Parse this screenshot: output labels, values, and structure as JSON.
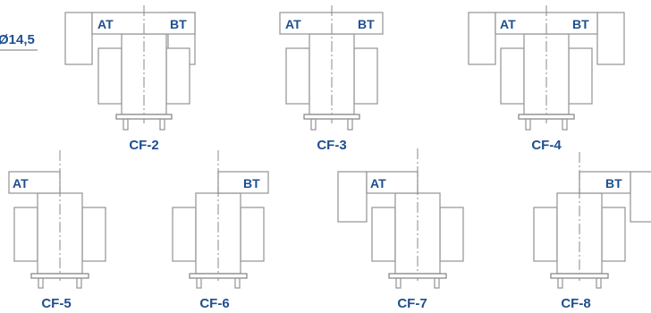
{
  "colors": {
    "label": "#1e4f8f",
    "outline": "#9a9a9a",
    "background": "#ffffff"
  },
  "dimension": {
    "label": "Ø14,5"
  },
  "terminals": {
    "at": "AT",
    "bt": "BT"
  },
  "variants": [
    {
      "label": "CF-2"
    },
    {
      "label": "CF-3"
    },
    {
      "label": "CF-4"
    },
    {
      "label": "CF-5"
    },
    {
      "label": "CF-6"
    },
    {
      "label": "CF-7"
    },
    {
      "label": "CF-8"
    }
  ]
}
